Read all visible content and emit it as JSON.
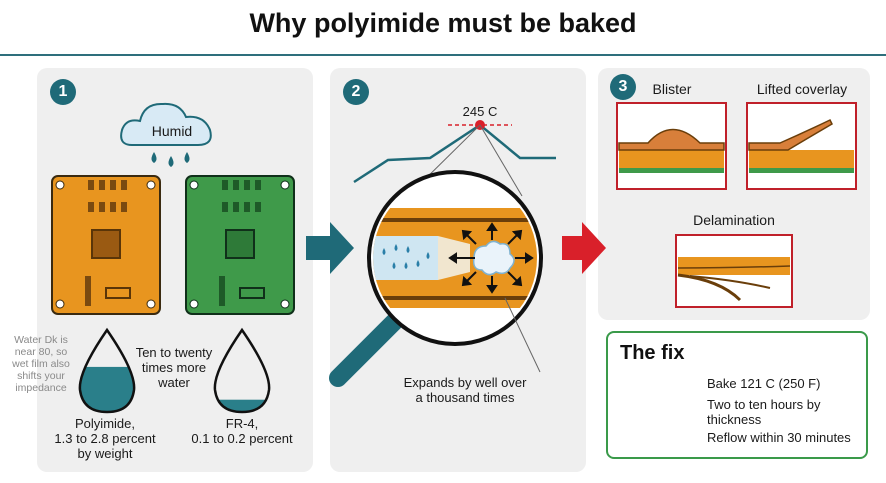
{
  "title": "Why polyimide must be baked",
  "panel1": {
    "number": "1",
    "cloud_label": "Humid",
    "ratio_text": "Ten to twenty times more water",
    "side_note": "Water Dk is near 80, so wet film also shifts your impedance",
    "polyimide_label": "Polyimide,",
    "polyimide_range": "1.3 to 2.8 percent",
    "polyimide_unit": "by weight",
    "fr4_label": "FR-4,",
    "fr4_range": "0.1 to 0.2 percent",
    "polyimide_fill_fraction": 0.55,
    "fr4_fill_fraction": 0.15
  },
  "panel2": {
    "number": "2",
    "peak_label": "245 C",
    "expansion_label_1": "Expands by well over",
    "expansion_label_2": "a thousand times"
  },
  "panel3": {
    "number": "3",
    "blister_label": "Blister",
    "lifted_label": "Lifted coverlay",
    "delam_label": "Delamination"
  },
  "fix": {
    "title": "The fix",
    "items": [
      "Bake 121 C (250 F)",
      "Two to ten hours by thickness",
      "Reflow within 30 minutes"
    ]
  },
  "colors": {
    "teal": "#1f6a78",
    "orange_board": "#e8951f",
    "green_board": "#3f9a4a",
    "red_accent": "#d9202a",
    "fix_green": "#3a9a4a"
  }
}
